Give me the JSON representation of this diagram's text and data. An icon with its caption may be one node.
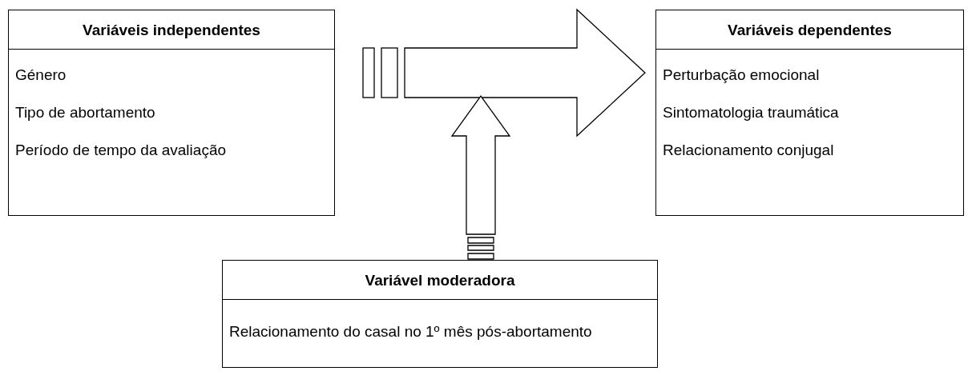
{
  "diagram": {
    "nodes": [
      {
        "text": [
          "Variáveis independentes",
          "Género",
          "Tipo de abortamento",
          "Período de tempo da avaliação"
        ]
      },
      {
        "text": [
          "Variáveis dependentes",
          "Perturbação emocional",
          "Sintomatologia traumática",
          "Relacionamento conjugal"
        ]
      },
      {
        "text": [
          "Variável moderadora",
          "Relacionamento do casal no 1º mês pós-abortamento"
        ]
      }
    ],
    "edges": [
      {
        "from": 0,
        "to": 1,
        "arrow": "to"
      },
      {
        "from": 2,
        "to": null,
        "arrow": "to"
      }
    ]
  }
}
